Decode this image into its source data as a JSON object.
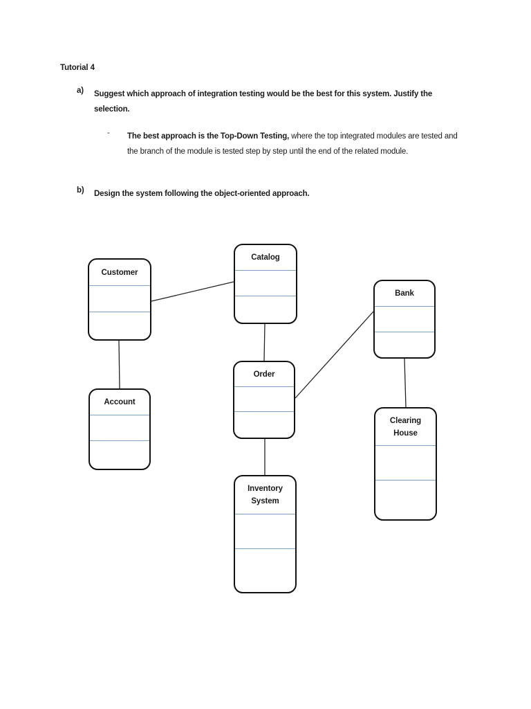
{
  "document": {
    "title": "Tutorial 4",
    "questions": [
      {
        "marker": "a)",
        "text": "Suggest which approach of integration testing would be the best for this system. Justify the selection."
      },
      {
        "marker": "b)",
        "text": "Design the system following the object-oriented approach."
      }
    ],
    "bullet": {
      "marker": "-",
      "bold_part": "The best approach is the Top-Down Testing,",
      "rest_part": " where the top integrated modules are tested and the branch of the module is tested step by step until the end of the related module."
    }
  },
  "diagram": {
    "type": "uml-class-diagram",
    "box_border_color": "#111111",
    "divider_color": "#7da0c4",
    "connector_color": "#222222",
    "classes": [
      {
        "id": "customer",
        "name": "Customer",
        "name_line1": "Customer",
        "name_line2": ""
      },
      {
        "id": "account",
        "name": "Account",
        "name_line1": "Account",
        "name_line2": ""
      },
      {
        "id": "catalog",
        "name": "Catalog",
        "name_line1": "Catalog",
        "name_line2": ""
      },
      {
        "id": "order",
        "name": "Order",
        "name_line1": "Order",
        "name_line2": ""
      },
      {
        "id": "inventory",
        "name": "Inventory System",
        "name_line1": "Inventory",
        "name_line2": "System"
      },
      {
        "id": "bank",
        "name": "Bank",
        "name_line1": "Bank",
        "name_line2": ""
      },
      {
        "id": "clearing",
        "name": "Clearing House",
        "name_line1": "Clearing",
        "name_line2": "House"
      }
    ],
    "associations": [
      {
        "from": "customer",
        "to": "catalog"
      },
      {
        "from": "customer",
        "to": "account"
      },
      {
        "from": "catalog",
        "to": "order"
      },
      {
        "from": "order",
        "to": "bank"
      },
      {
        "from": "order",
        "to": "inventory"
      },
      {
        "from": "bank",
        "to": "clearing"
      }
    ]
  }
}
